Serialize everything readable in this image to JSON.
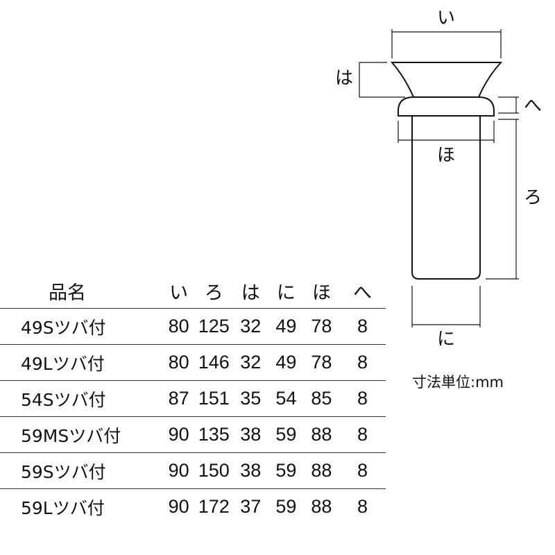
{
  "diagram": {
    "labels": {
      "i": "い",
      "ro": "ろ",
      "ha": "は",
      "ni": "に",
      "ho": "ほ",
      "he": "へ"
    },
    "unit_note": "寸法単位:mm"
  },
  "table": {
    "headers": [
      "品名",
      "い",
      "ろ",
      "は",
      "に",
      "ほ",
      "へ"
    ],
    "rows": [
      {
        "name": "49Sツバ付",
        "i": "80",
        "ro": "125",
        "ha": "32",
        "ni": "49",
        "ho": "78",
        "he": "8"
      },
      {
        "name": "49Lツバ付",
        "i": "80",
        "ro": "146",
        "ha": "32",
        "ni": "49",
        "ho": "78",
        "he": "8"
      },
      {
        "name": "54Sツバ付",
        "i": "87",
        "ro": "151",
        "ha": "35",
        "ni": "54",
        "ho": "85",
        "he": "8"
      },
      {
        "name": "59MSツバ付",
        "i": "90",
        "ro": "135",
        "ha": "38",
        "ni": "59",
        "ho": "88",
        "he": "8"
      },
      {
        "name": "59Sツバ付",
        "i": "90",
        "ro": "150",
        "ha": "38",
        "ni": "59",
        "ho": "88",
        "he": "8"
      },
      {
        "name": "59Lツバ付",
        "i": "90",
        "ro": "172",
        "ha": "37",
        "ni": "59",
        "ho": "88",
        "he": "8"
      }
    ]
  }
}
